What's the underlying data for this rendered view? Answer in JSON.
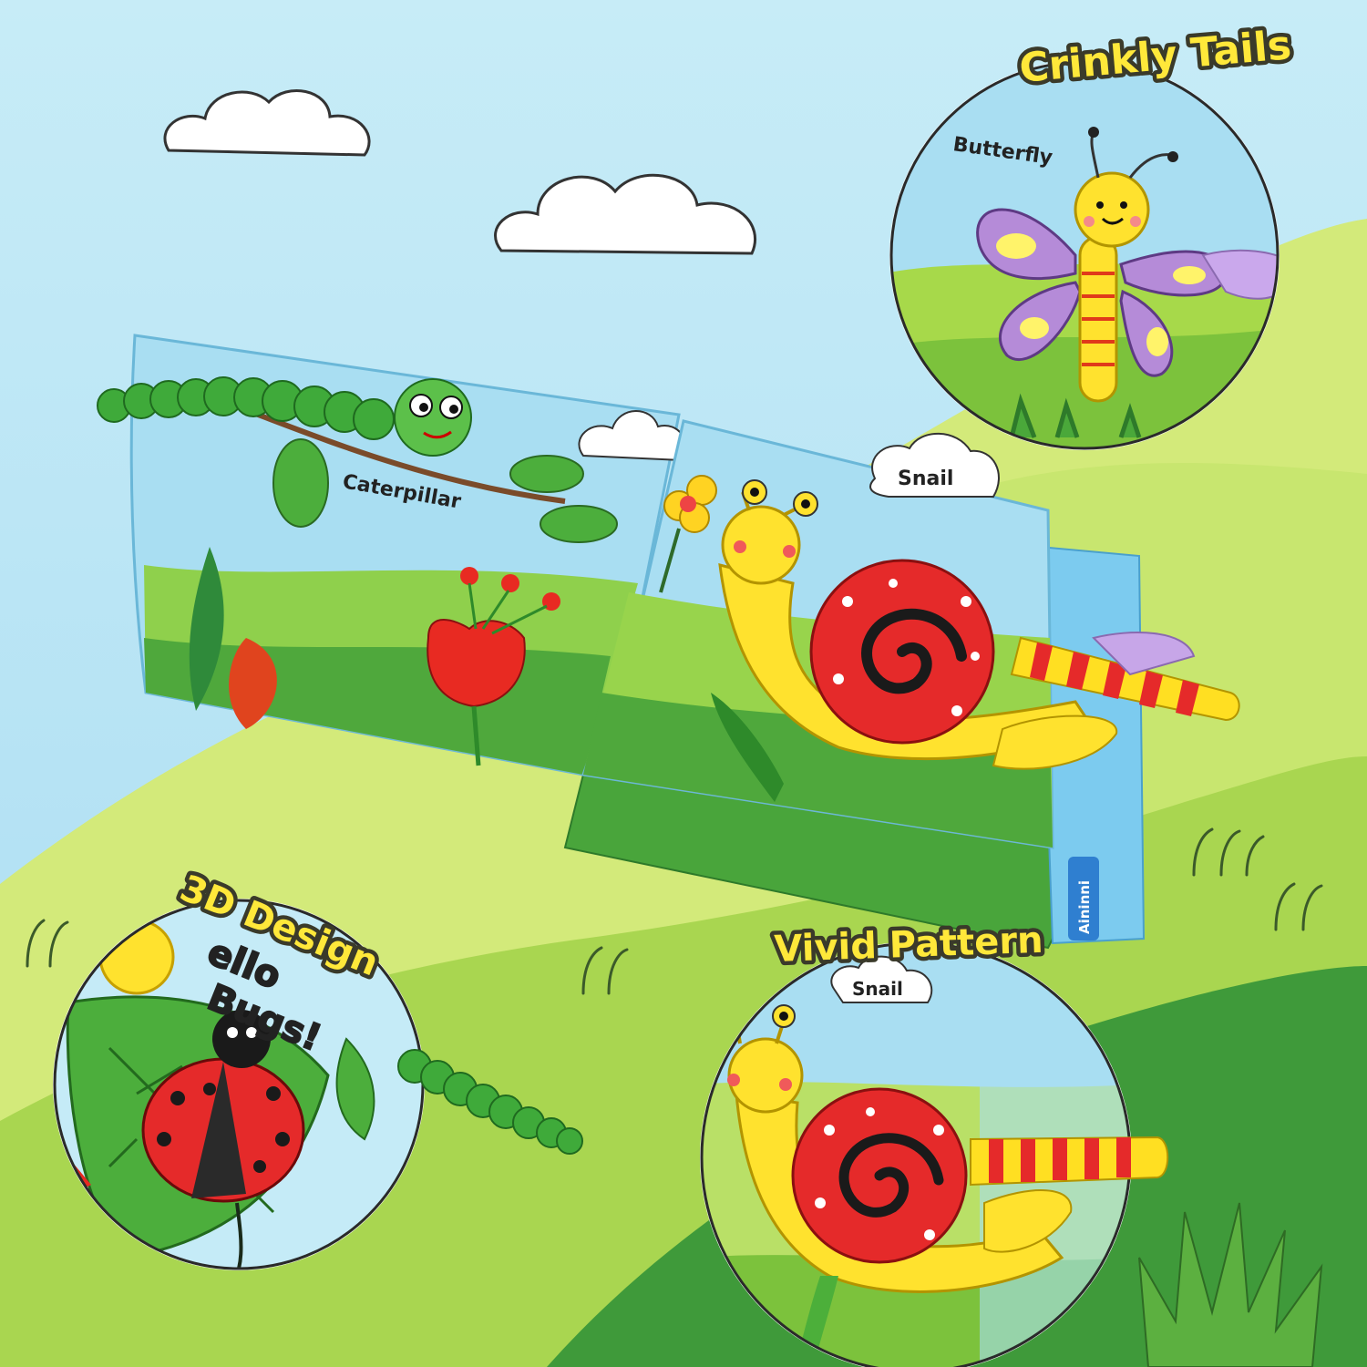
{
  "callouts": {
    "crinkly_tails": "Crinkly Tails",
    "design_3d": "3D Design",
    "vivid_pattern": "Vivid Pattern"
  },
  "book": {
    "caterpillar_label": "Caterpillar",
    "snail_label": "Snail",
    "brand": "Aininni"
  },
  "insets": {
    "butterfly_label": "Butterfly",
    "hello_bugs_line1": "ello",
    "hello_bugs_line2": "Bugs!",
    "snail_label": "Snail"
  },
  "colors": {
    "sky": "#bfe6f5",
    "hill_light": "#d3ea7a",
    "hill_mid": "#9fd04a",
    "hill_dark": "#3f9a3a",
    "snail_shell": "#e52a2a",
    "snail_body": "#ffe22e",
    "butterfly_wing": "#b58bd8",
    "callout_fill": "#ffe83a"
  }
}
